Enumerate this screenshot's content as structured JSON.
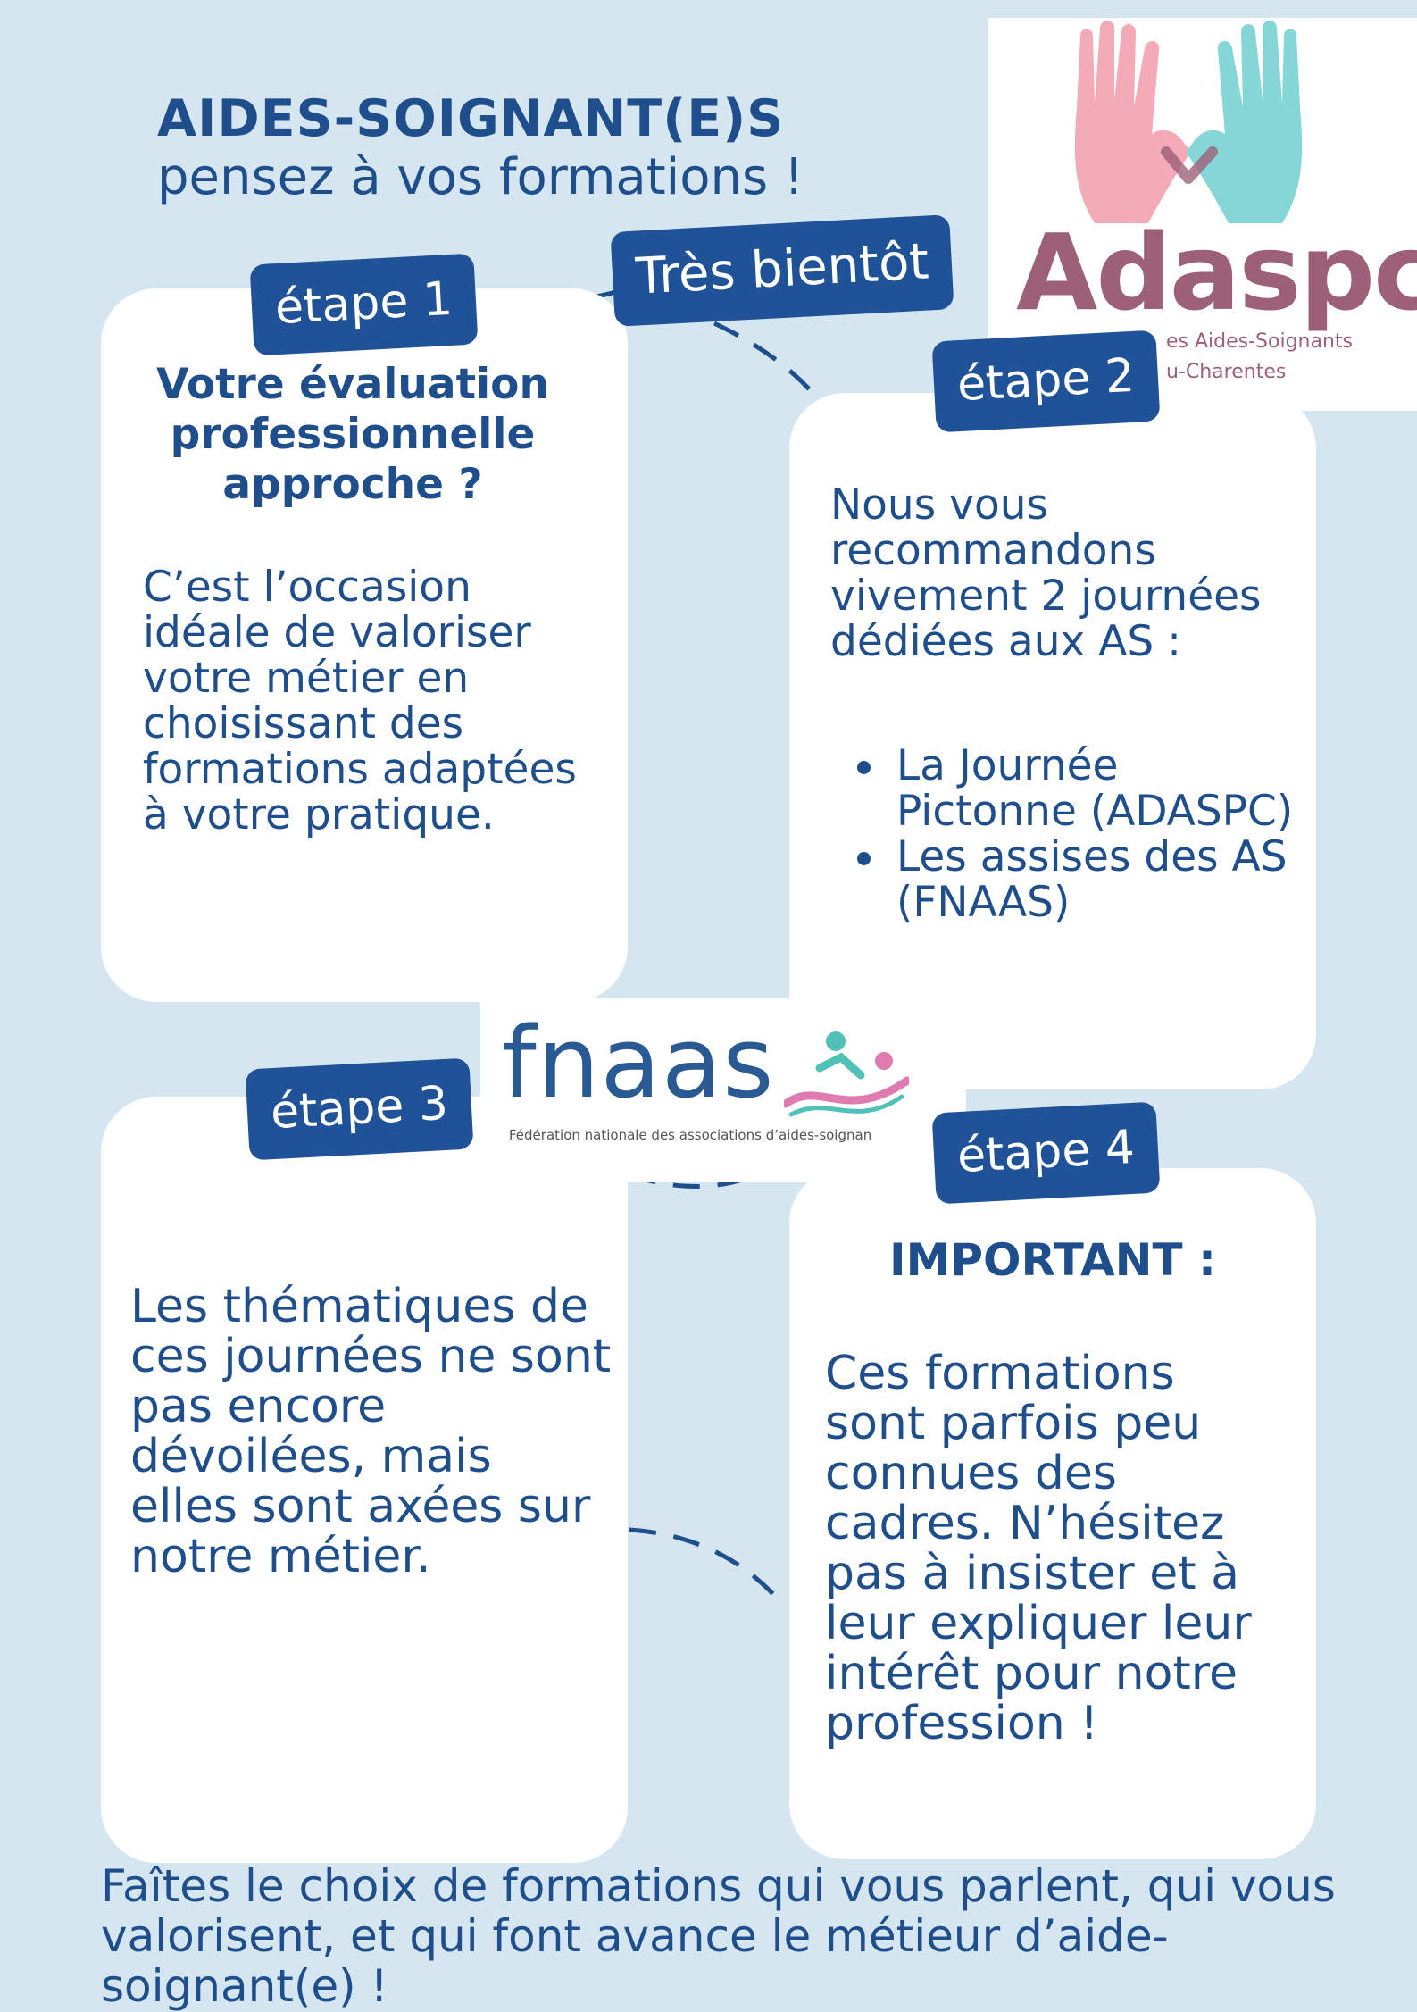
{
  "header": {
    "title": "AIDES-SOIGNANT(E)S",
    "subtitle": "pensez à vos formations !"
  },
  "badge_soon": "Très bientôt",
  "steps": [
    {
      "label": "étape 1",
      "heading": "Votre évaluation professionnelle approche ?",
      "text": "C’est l’occasion idéale de valoriser votre métier en choisissant des formations adaptées à votre pratique."
    },
    {
      "label": "étape 2",
      "text": "Nous vous recommandons vivement 2 journées dédiées aux AS :",
      "list": [
        "La Journée Pictonne (ADASPC)",
        "Les assises des AS (FNAAS)"
      ]
    },
    {
      "label": "étape 3",
      "text": "Les thématiques de ces journées ne sont pas encore dévoilées, mais elles sont axées sur notre métier."
    },
    {
      "label": "étape 4",
      "heading": "IMPORTANT :",
      "text": "Ces formations sont parfois peu connues des cadres. N’hésitez pas à insister et à leur expliquer leur intérêt pour notre profession !"
    }
  ],
  "footer": "Faîtes le choix de formations qui vous parlent, qui vous valorisent, et qui font avance le métieur d’aide-soignant(e) !",
  "logos": {
    "adaspc": {
      "name": "Adaspc",
      "line1": "es Aides-Soignants",
      "line2": "u-Charentes",
      "colors": {
        "hand_left": "#f3a2b0",
        "hand_right": "#78d3d3",
        "text": "#9c6078"
      }
    },
    "fnaas": {
      "name": "fnaas",
      "subtitle": "Fédération nationale des associations d’aides-soignan",
      "colors": {
        "text": "#2a5a93",
        "swoosh_pink": "#e07bb0",
        "swoosh_teal": "#4fc1b8"
      }
    }
  },
  "colors": {
    "background": "#d5e6f1",
    "primary": "#1f4e8c",
    "pill": "#1f5297",
    "card": "#ffffff"
  }
}
